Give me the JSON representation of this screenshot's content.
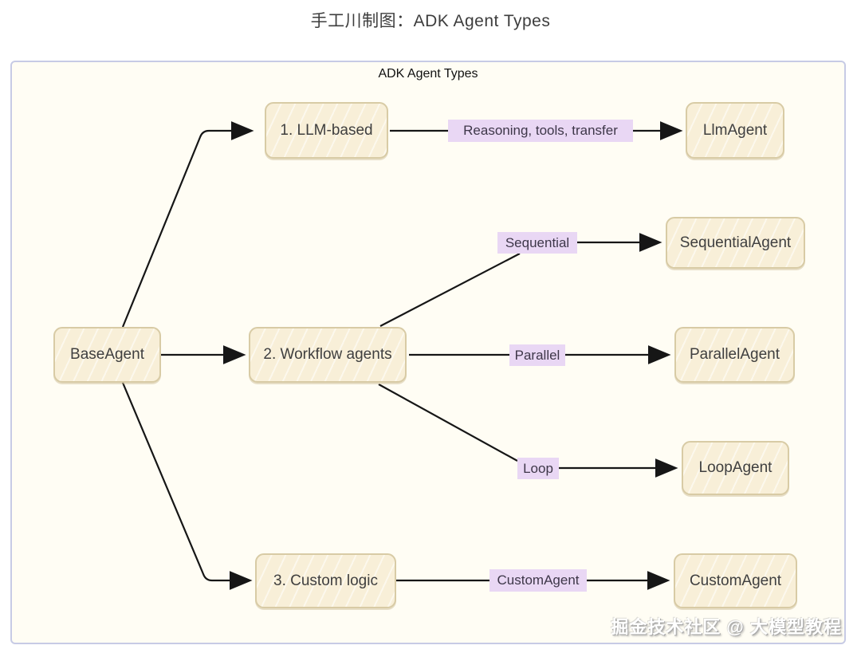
{
  "page": {
    "title": "手工川制图：ADK Agent Types"
  },
  "diagram": {
    "heading": "ADK Agent Types",
    "nodes": {
      "base": "BaseAgent",
      "llm_based": "1. LLM-based",
      "llm_agent": "LlmAgent",
      "workflow": "2. Workflow agents",
      "sequential_agent": "SequentialAgent",
      "parallel_agent": "ParallelAgent",
      "loop_agent": "LoopAgent",
      "custom_logic": "3. Custom logic",
      "custom_agent": "CustomAgent"
    },
    "edges": [
      {
        "from": "BaseAgent",
        "to": "1. LLM-based",
        "label": ""
      },
      {
        "from": "BaseAgent",
        "to": "2. Workflow agents",
        "label": ""
      },
      {
        "from": "BaseAgent",
        "to": "3. Custom logic",
        "label": ""
      },
      {
        "from": "1. LLM-based",
        "to": "LlmAgent",
        "label": "Reasoning, tools, transfer"
      },
      {
        "from": "2. Workflow agents",
        "to": "SequentialAgent",
        "label": "Sequential"
      },
      {
        "from": "2. Workflow agents",
        "to": "ParallelAgent",
        "label": "Parallel"
      },
      {
        "from": "2. Workflow agents",
        "to": "LoopAgent",
        "label": "Loop"
      },
      {
        "from": "3. Custom logic",
        "to": "CustomAgent",
        "label": "CustomAgent"
      }
    ],
    "colors": {
      "node_fill": "#f8efd8",
      "node_border": "#d8cba5",
      "edge_label_bg": "#e9d7f4",
      "panel_bg": "#fffdf4",
      "panel_border": "#c7cbe5",
      "line": "#161616"
    }
  },
  "watermark": "掘金技术社区 @ 大模型教程"
}
